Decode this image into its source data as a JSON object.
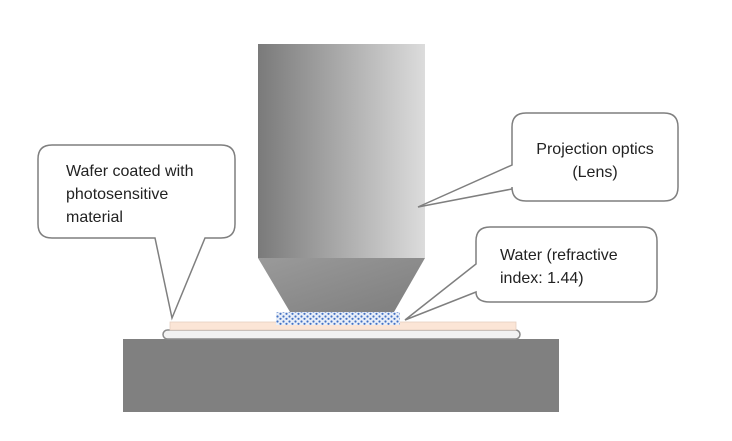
{
  "callouts": {
    "wafer": {
      "lines": [
        "Wafer coated with",
        "photosensitive",
        "material"
      ]
    },
    "lens": {
      "lines": [
        "Projection optics",
        "(Lens)"
      ]
    },
    "water": {
      "lines": [
        "Water (refractive",
        "index: 1.44)"
      ]
    }
  },
  "colors": {
    "stage": "#808080",
    "resist": "#fbe5d6",
    "wafer": "#f2f2f2",
    "water": "#4472c4",
    "callout_border": "#7f7f7f"
  }
}
